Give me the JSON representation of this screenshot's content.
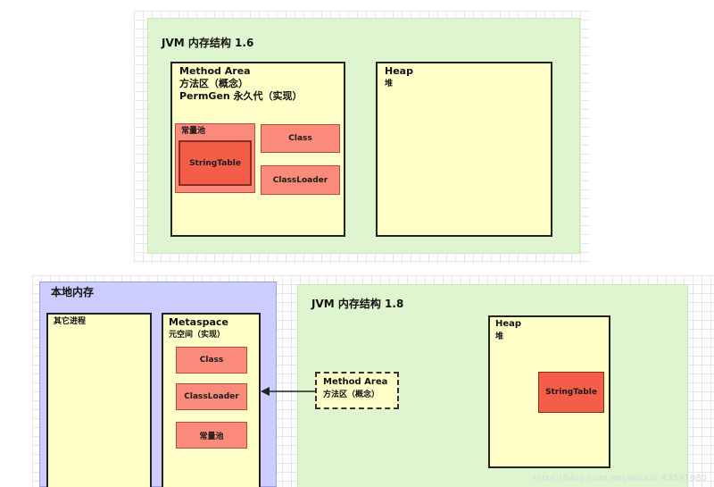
{
  "jvm16": {
    "title": "JVM 内存结构 1.6",
    "method_area": {
      "line1": "Method Area",
      "line2": "方法区（概念）",
      "line3": "PermGen 永久代（实现）"
    },
    "constant_pool": "常量池",
    "string_table": "StringTable",
    "class_label": "Class",
    "classloader_label": "ClassLoader",
    "heap": {
      "line1": "Heap",
      "line2": "堆"
    }
  },
  "native_memory": {
    "title": "本地内存",
    "other_process": "其它进程",
    "metaspace": {
      "line1": "Metaspace",
      "line2": "元空间（实现）"
    },
    "items": [
      "Class",
      "ClassLoader",
      "常量池"
    ]
  },
  "jvm18": {
    "title": "JVM 内存结构 1.8",
    "method_area": {
      "line1": "Method Area",
      "line2": "方法区（概念）"
    },
    "heap": {
      "line1": "Heap",
      "line2": "堆"
    },
    "string_table": "StringTable"
  },
  "watermark": "https://blog.csdn.net/weixin_43591980"
}
